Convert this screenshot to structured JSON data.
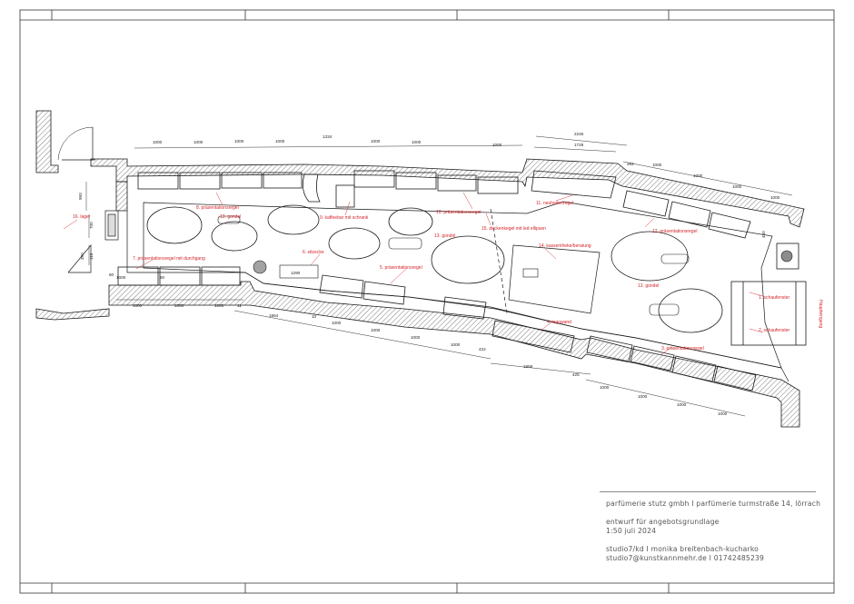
{
  "labels": {
    "l1": "1. schaufenster",
    "l2": "2. schaufenster",
    "l3": "3. präsentationsregel",
    "l4": "4. logowand",
    "l5": "5. präsentationsregel",
    "l6": "6. sitzecke",
    "l7": "7. präsentationsregel mit durchgang",
    "l8": "8. präsentationsregel",
    "l9": "9. kaffeebar mit schrank",
    "l10": "10. präsentationsregel",
    "l11": "11. neuheitenregel",
    "l12": "12. präsentationsregel",
    "l13a": "13. gondel",
    "l13b": "13. gondel",
    "l13c": "13. gondel",
    "l14": "14. kassentheke/beratung",
    "l15": "15. deckenkegel mit led ellipsen",
    "l16": "16. lager",
    "entrance": "Haupteingang"
  },
  "dims": {
    "top": [
      "1000",
      "1000",
      "1000",
      "1000",
      "1334",
      "1000",
      "1000",
      "1000"
    ],
    "top_right_a": "2246",
    "top_right_b": "1728",
    "top_right_c": "282",
    "top_right": [
      "1000",
      "1000",
      "1000",
      "1000"
    ],
    "left_bottom": [
      "1000",
      "1000",
      "1000",
      "1000",
      "11"
    ],
    "bottom_mid": [
      "1964",
      "10",
      "1000",
      "1000",
      "1000",
      "1000",
      "422"
    ],
    "bottom_mid2": "1958",
    "bottom_mid3": "425",
    "bottom_right": [
      "1000",
      "1000",
      "1000",
      "1000"
    ],
    "left_v": [
      "993",
      "700",
      "110",
      "390"
    ],
    "small": [
      "1290",
      "430",
      "60",
      "60"
    ]
  },
  "titleblock": {
    "line1": "parfümerie stutz gmbh   I  parfümerie  turmstraße 14, lörrach",
    "line2": "entwurf für angebotsgrundlage",
    "line3": "1:50    juli 2024",
    "line4": "studio7/kd   I   monika breitenbach-kucharko",
    "line5": "studio7@kunstkannmehr.de   I   01742485239"
  },
  "colors": {
    "label": "#d4242a",
    "line": "#1a1a1a",
    "hatch": "#444444"
  }
}
